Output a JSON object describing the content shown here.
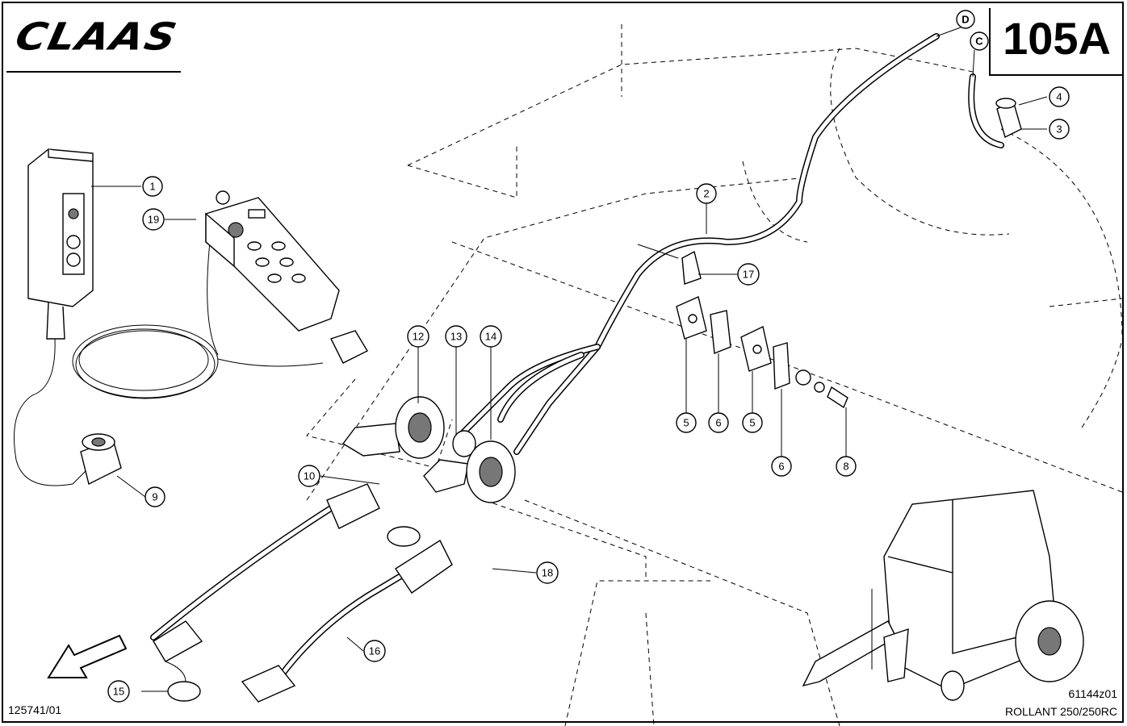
{
  "header": {
    "brand": "CLAAS",
    "page_number": "105A"
  },
  "footer": {
    "drawing_ref_left": "125741/01",
    "drawing_ref_right": "61144z01",
    "model": "ROLLANT 250/250RC"
  },
  "connectors": [
    {
      "id": "D",
      "label": "D"
    },
    {
      "id": "C",
      "label": "C"
    }
  ],
  "callouts": [
    {
      "id": "c1",
      "label": "1"
    },
    {
      "id": "c2",
      "label": "2"
    },
    {
      "id": "c3",
      "label": "3"
    },
    {
      "id": "c4",
      "label": "4"
    },
    {
      "id": "c5a",
      "label": "5"
    },
    {
      "id": "c5b",
      "label": "5"
    },
    {
      "id": "c6a",
      "label": "6"
    },
    {
      "id": "c6b",
      "label": "6"
    },
    {
      "id": "c8",
      "label": "8"
    },
    {
      "id": "c9",
      "label": "9"
    },
    {
      "id": "c10",
      "label": "10"
    },
    {
      "id": "c12",
      "label": "12"
    },
    {
      "id": "c13",
      "label": "13"
    },
    {
      "id": "c14",
      "label": "14"
    },
    {
      "id": "c15",
      "label": "15"
    },
    {
      "id": "c16",
      "label": "16"
    },
    {
      "id": "c17",
      "label": "17"
    },
    {
      "id": "c18",
      "label": "18"
    },
    {
      "id": "c19",
      "label": "19"
    }
  ]
}
